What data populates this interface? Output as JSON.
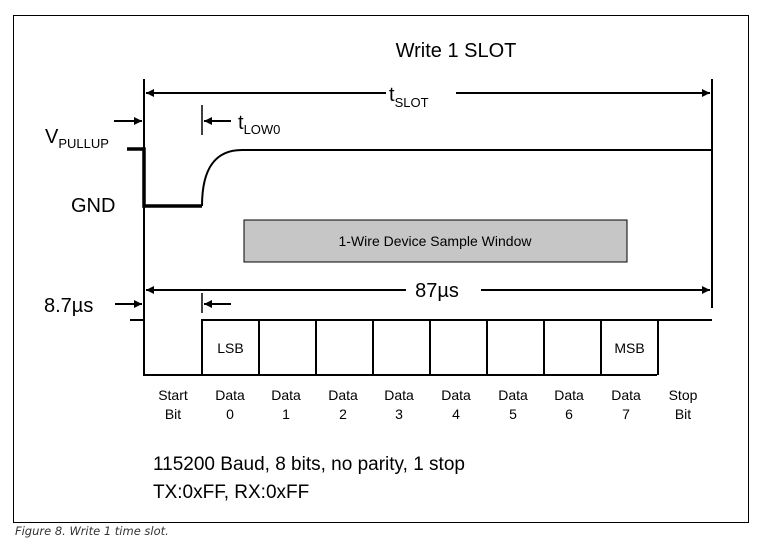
{
  "diagram": {
    "title": "Write 1 SLOT",
    "t_slot": {
      "main": "t",
      "sub": "SLOT"
    },
    "t_low0": {
      "main": "t",
      "sub": "LOW0"
    },
    "v_pullup": {
      "main": "V",
      "sub": "PULLUP"
    },
    "gnd_label": "GND",
    "sample_window": "1-Wire Device Sample Window",
    "sample_window_color": "#c6c6c6",
    "bit_time": "8.7µs",
    "frame_time": "87µs",
    "frame_cells": [
      "LSB",
      "",
      "",
      "",
      "",
      "",
      "",
      "MSB"
    ],
    "bit_labels": [
      [
        "Start",
        "Bit"
      ],
      [
        "Data",
        "0"
      ],
      [
        "Data",
        "1"
      ],
      [
        "Data",
        "2"
      ],
      [
        "Data",
        "3"
      ],
      [
        "Data",
        "4"
      ],
      [
        "Data",
        "5"
      ],
      [
        "Data",
        "6"
      ],
      [
        "Data",
        "7"
      ],
      [
        "Stop",
        "Bit"
      ]
    ],
    "uart_settings": "115200 Baud, 8 bits, no parity, 1 stop",
    "tx_rx": "TX:0xFF, RX:0xFF"
  },
  "caption": "Figure 8. Write 1 time slot."
}
